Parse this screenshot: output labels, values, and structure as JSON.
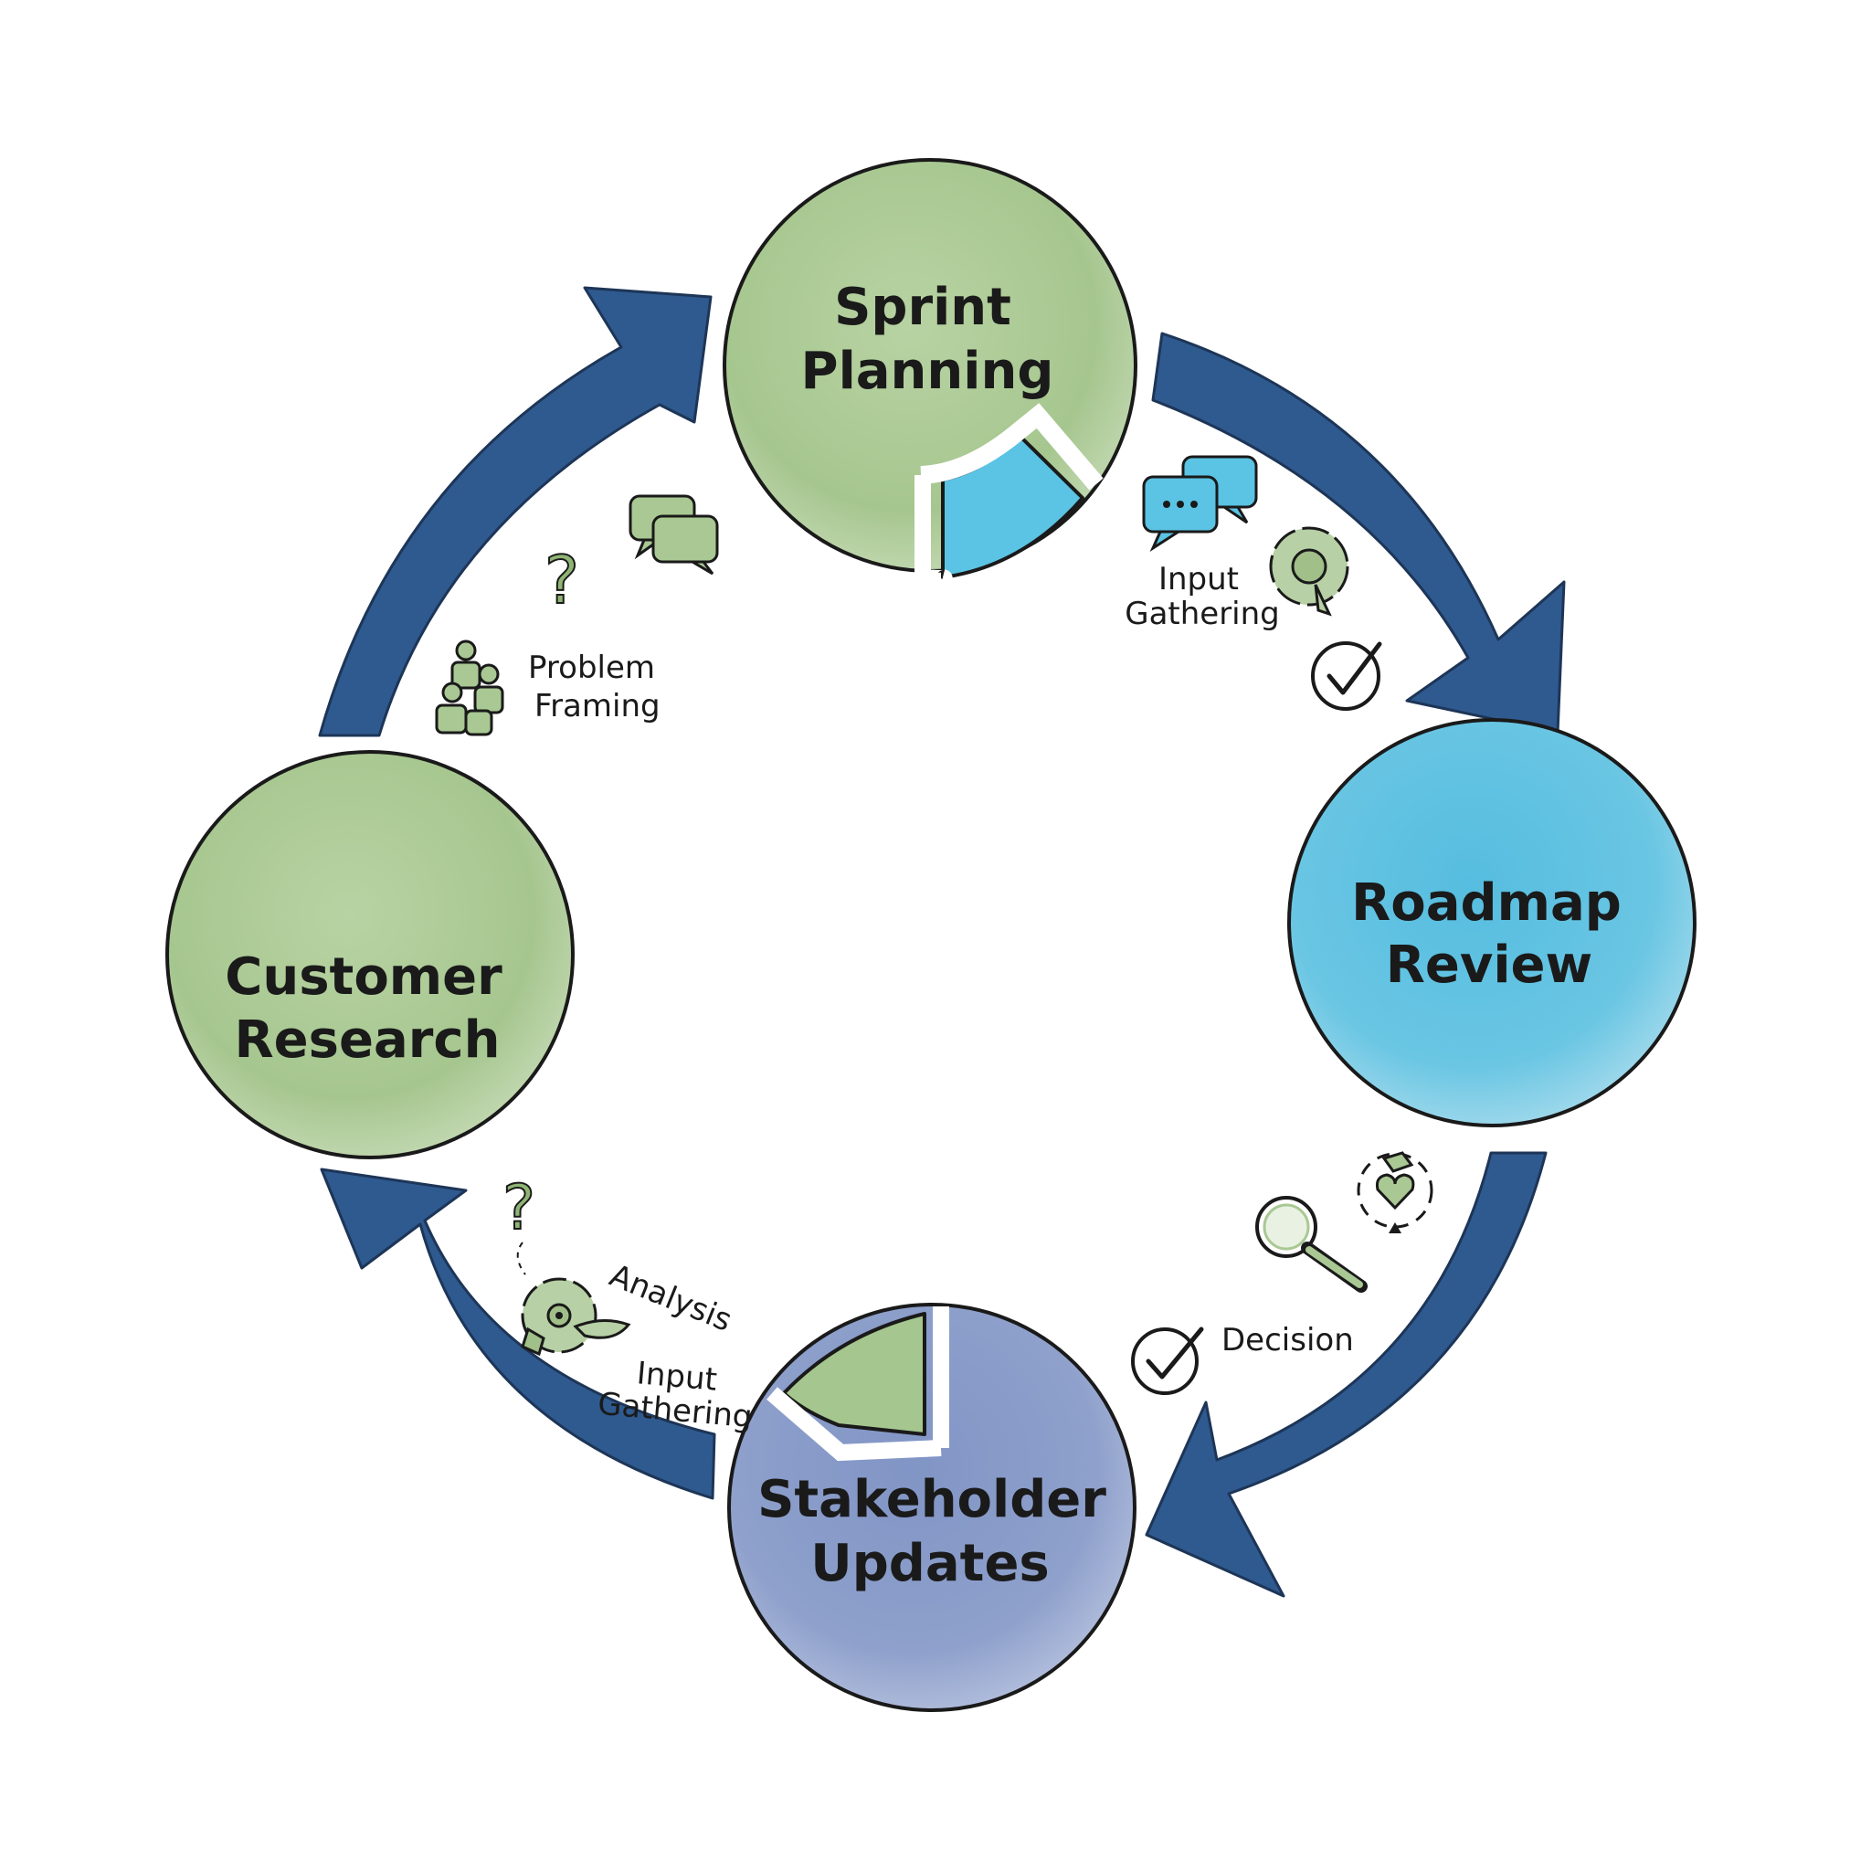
{
  "colors": {
    "arrow": "#2f5a8f",
    "outline": "#1a1a1a",
    "green": "#a9c893",
    "blue": "#5dc0e0",
    "purple": "#8a9cc9",
    "background": "#ffffff"
  },
  "stages": [
    {
      "label_line1": "Sprint",
      "label_line2": "Planning",
      "color": "green"
    },
    {
      "label_line1": "Roadmap",
      "label_line2": "Review",
      "color": "blue"
    },
    {
      "label_line1": "Stakeholder",
      "label_line2": "Updates",
      "color": "purple"
    },
    {
      "label_line1": "Customer",
      "label_line2": "Research",
      "color": "green"
    }
  ],
  "notes": {
    "input_gathering_top_1": "Input",
    "input_gathering_top_2": "Gathering",
    "problem_framing_1": "Problem",
    "problem_framing_2": "Framing",
    "decision": "Decision",
    "analysis": "Analysis",
    "input_gathering_bottom_1": "Input",
    "input_gathering_bottom_2": "Gathering",
    "question_mark": "?"
  }
}
